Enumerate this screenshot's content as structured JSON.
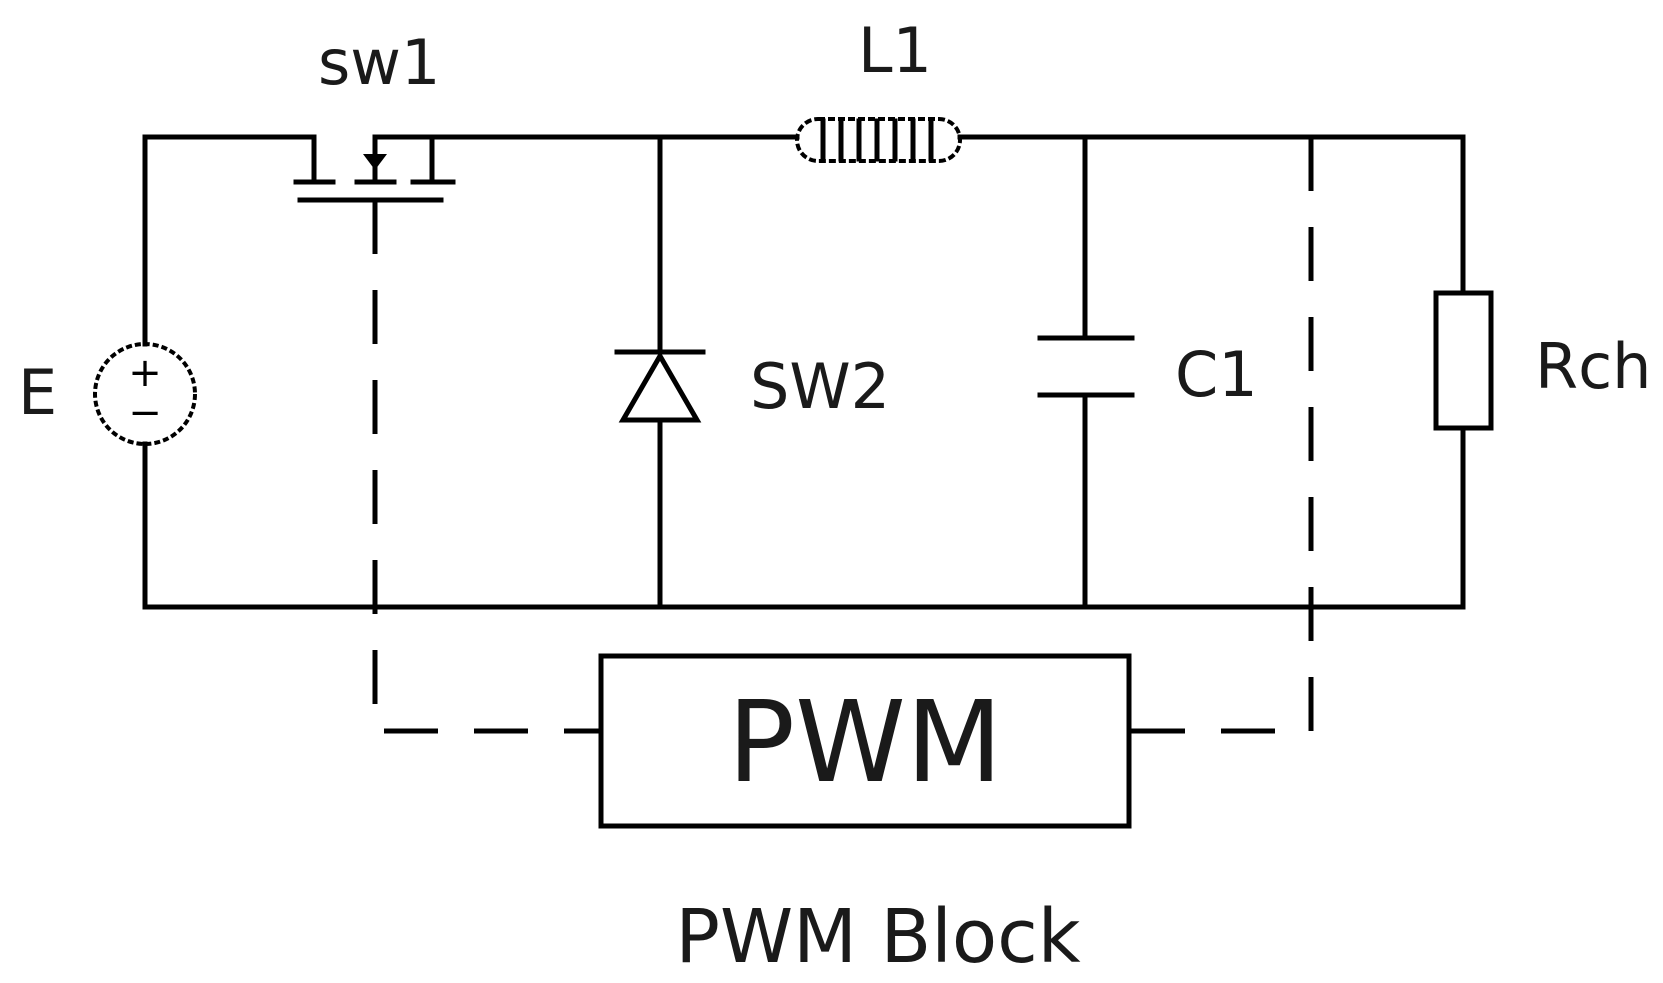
{
  "diagram": {
    "labels": {
      "switch1": "sw1",
      "inductor": "L1",
      "source": "E",
      "switch2": "SW2",
      "capacitor": "C1",
      "load": "Rch",
      "pwm": "PWM",
      "caption": "PWM Block"
    },
    "source_symbol": {
      "plus": "+",
      "minus": "−"
    }
  }
}
